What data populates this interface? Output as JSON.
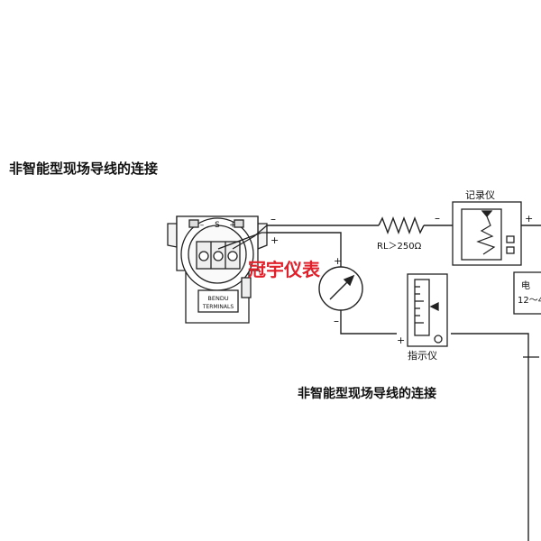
{
  "page": {
    "title_top": "非智能型现场导线的连接",
    "title_bottom": "非智能型现场导线的连接"
  },
  "diagram": {
    "transmitter": {
      "brand": "BENDU",
      "terminals_label": "TERMINALS",
      "terminal_symbols": [
        "–",
        "S",
        "+"
      ]
    },
    "resistor_label": "RL＞250Ω",
    "recorder_label": "记录仪",
    "indicator_label": "指示仪",
    "power_label_line1": "电",
    "power_label_line2": "12～4",
    "watermark": "冠宇仪表",
    "watermark_color": "#e0202a",
    "signs": {
      "plus": "+",
      "minus": "–"
    }
  }
}
